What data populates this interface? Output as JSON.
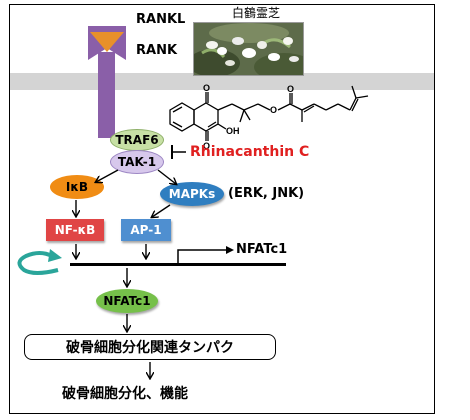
{
  "labels": {
    "rankl": "RANKL",
    "rank": "RANK",
    "photo_caption": "白鶴霊芝",
    "traf6": "TRAF6",
    "tak1": "TAK-1",
    "rhinacanthin": "Rhinacanthin C",
    "ikb": "IκB",
    "mapks": "MAPKs",
    "mapks_detail": "(ERK, JNK)",
    "nfkb": "NF-κB",
    "ap1": "AP-1",
    "nfatc1_gene": "NFATc1",
    "nfatc1_protein": "NFATc1",
    "osteoclast_proteins": "破骨細胞分化関連タンパク",
    "final_outcome": "破骨細胞分化、機能"
  },
  "colors": {
    "receptor_purple": "#8a5fa8",
    "ligand_orange": "#e8902a",
    "traf6_green": "#c7e0a5",
    "tak1_lavender": "#d7c8ec",
    "rhinacanthin_red": "#e02020",
    "ikb_orange": "#f08c14",
    "mapks_blue": "#2f7ec0",
    "nfkb_red": "#e04545",
    "ap1_blue": "#4f8fd0",
    "nfatc1_green": "#76c04a",
    "loop_teal": "#2aa59a",
    "membrane_gray": "#d4d4d4"
  },
  "icons": {
    "molecule": "rhinacanthin-c-structure",
    "feedback": "autoamplification-loop-arrow",
    "photo": "plant-photo"
  }
}
